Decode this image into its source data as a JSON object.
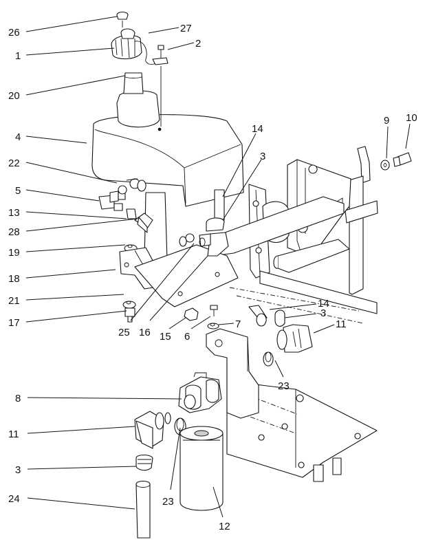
{
  "callouts": [
    {
      "id": "c26",
      "text": "26"
    },
    {
      "id": "c27",
      "text": "27"
    },
    {
      "id": "c1",
      "text": "1"
    },
    {
      "id": "c2",
      "text": "2"
    },
    {
      "id": "c20",
      "text": "20"
    },
    {
      "id": "c4",
      "text": "4"
    },
    {
      "id": "c14a",
      "text": "14"
    },
    {
      "id": "c9",
      "text": "9"
    },
    {
      "id": "c10",
      "text": "10"
    },
    {
      "id": "c22",
      "text": "22"
    },
    {
      "id": "c3a",
      "text": "3"
    },
    {
      "id": "c5",
      "text": "5"
    },
    {
      "id": "c13",
      "text": "13"
    },
    {
      "id": "c28",
      "text": "28"
    },
    {
      "id": "c19",
      "text": "19"
    },
    {
      "id": "c18",
      "text": "18"
    },
    {
      "id": "c21",
      "text": "21"
    },
    {
      "id": "c17",
      "text": "17"
    },
    {
      "id": "c14b",
      "text": "14"
    },
    {
      "id": "c3b",
      "text": "3"
    },
    {
      "id": "c11a",
      "text": "11"
    },
    {
      "id": "c25",
      "text": "25"
    },
    {
      "id": "c16",
      "text": "16"
    },
    {
      "id": "c15",
      "text": "15"
    },
    {
      "id": "c6",
      "text": "6"
    },
    {
      "id": "c7",
      "text": "7"
    },
    {
      "id": "c23a",
      "text": "23"
    },
    {
      "id": "c8",
      "text": "8"
    },
    {
      "id": "c11b",
      "text": "11"
    },
    {
      "id": "c3c",
      "text": "3"
    },
    {
      "id": "c23b",
      "text": "23"
    },
    {
      "id": "c24",
      "text": "24"
    },
    {
      "id": "c12",
      "text": "12"
    }
  ]
}
